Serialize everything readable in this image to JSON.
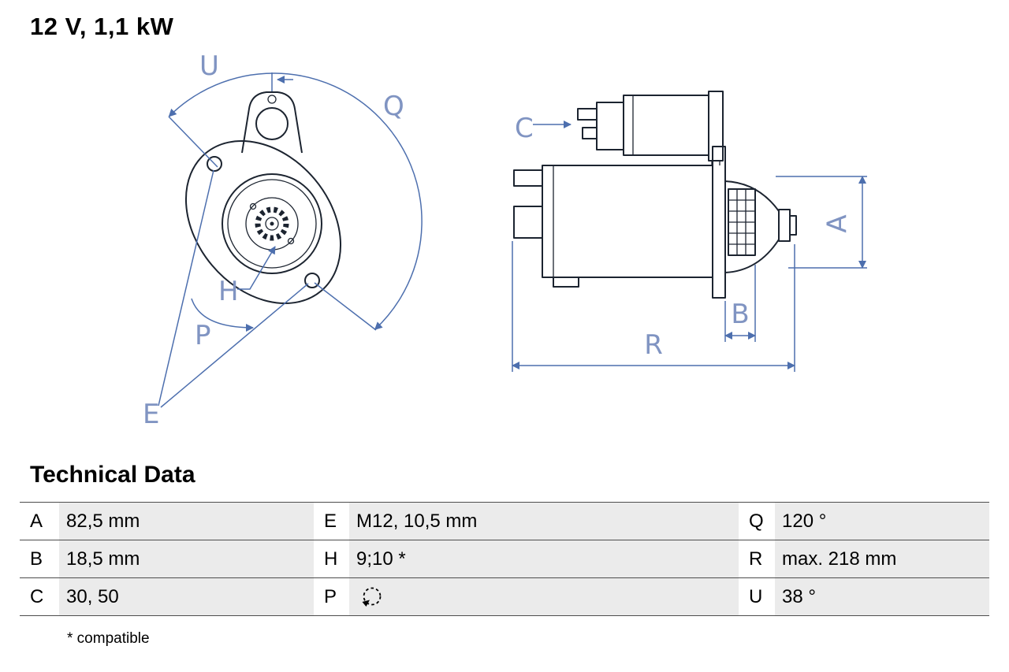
{
  "colors": {
    "accent-color": "#4D6FAE",
    "label-color": "#8094C2",
    "line-color": "#1C2430",
    "value-cell-bg": "#EBEBEB",
    "row-line-color": "#4D4D4D"
  },
  "header": {
    "title": "12 V, 1,1 kW"
  },
  "diagram": {
    "labels": {
      "u": "U",
      "q": "Q",
      "h": "H",
      "p": "P",
      "e": "E",
      "c": "C",
      "a": "A",
      "b": "B",
      "r": "R"
    }
  },
  "table": {
    "section_title": "Technical Data",
    "rows": [
      {
        "cells": [
          {
            "label": "A",
            "value": "82,5 mm"
          },
          {
            "label": "E",
            "value": "M12, 10,5 mm"
          },
          {
            "label": "Q",
            "value": "120 °"
          }
        ]
      },
      {
        "cells": [
          {
            "label": "B",
            "value": "18,5 mm"
          },
          {
            "label": "H",
            "value": "9;10 *"
          },
          {
            "label": "R",
            "value": "max. 218 mm"
          }
        ]
      },
      {
        "cells": [
          {
            "label": "C",
            "value": "30, 50"
          },
          {
            "label": "P",
            "value": "",
            "icon": "rotation-ccw-icon"
          },
          {
            "label": "U",
            "value": "38 °"
          }
        ]
      }
    ],
    "footnote": "* compatible"
  }
}
